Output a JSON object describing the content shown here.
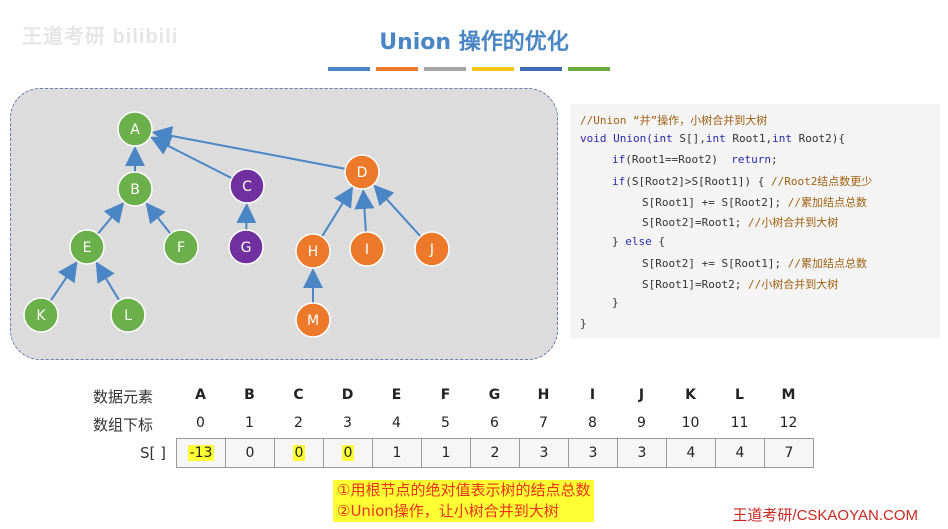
{
  "watermark": "王道考研 bilibili",
  "title": "Union 操作的优化",
  "stripe_colors": [
    "#4a86c5",
    "#ec7a2a",
    "#a5a5a5",
    "#f5c518",
    "#3e6bb5",
    "#6bab3e"
  ],
  "tree": {
    "nodes": [
      {
        "label": "A",
        "color": "#6bb04a"
      },
      {
        "label": "B",
        "color": "#6bb04a"
      },
      {
        "label": "C",
        "color": "#7030a0"
      },
      {
        "label": "D",
        "color": "#ec7a2a"
      },
      {
        "label": "E",
        "color": "#6bb04a"
      },
      {
        "label": "F",
        "color": "#6bb04a"
      },
      {
        "label": "G",
        "color": "#7030a0"
      },
      {
        "label": "H",
        "color": "#ec7a2a"
      },
      {
        "label": "I",
        "color": "#ec7a2a"
      },
      {
        "label": "J",
        "color": "#ec7a2a"
      },
      {
        "label": "K",
        "color": "#6bb04a"
      },
      {
        "label": "L",
        "color": "#6bb04a"
      },
      {
        "label": "M",
        "color": "#ec7a2a"
      }
    ],
    "edge_color": "#4a86c5"
  },
  "code": {
    "l1": "//Union “并”操作，小树合并到大树",
    "l2a": "void Union(",
    "l2b": "int",
    "l2c": " S[],",
    "l2d": "int",
    "l2e": " Root1,",
    "l2f": "int",
    "l2g": " Root2){",
    "l3a": "if",
    "l3b": "(Root1==Root2)  ",
    "l3c": "return",
    "l3d": ";",
    "l4a": "if",
    "l4b": "(S[Root2]>S[Root1]) { ",
    "l4c": "//Root2结点数更少",
    "l5a": "S[Root1] += S[Root2]; ",
    "l5b": "//累加结点总数",
    "l6a": "S[Root2]=Root1; ",
    "l6b": "//小树合并到大树",
    "l7a": "} ",
    "l7b": "else",
    "l7c": " {",
    "l8a": "S[Root2] += S[Root1]; ",
    "l8b": "//累加结点总数",
    "l9a": "S[Root1]=Root2; ",
    "l9b": "//小树合并到大树",
    "l10": "}",
    "l11": "}"
  },
  "array": {
    "row1_label": "数据元素",
    "row2_label": "数组下标",
    "row3_label": "S[ ]",
    "elements": [
      "A",
      "B",
      "C",
      "D",
      "E",
      "F",
      "G",
      "H",
      "I",
      "J",
      "K",
      "L",
      "M"
    ],
    "indices": [
      "0",
      "1",
      "2",
      "3",
      "4",
      "5",
      "6",
      "7",
      "8",
      "9",
      "10",
      "11",
      "12"
    ],
    "values": [
      "-13",
      "0",
      "0",
      "0",
      "1",
      "1",
      "2",
      "3",
      "3",
      "3",
      "4",
      "4",
      "7"
    ],
    "highlighted": [
      0,
      2,
      3
    ]
  },
  "notes": {
    "line1": "①用根节点的绝对值表示树的结点总数",
    "line2": "②Union操作，让小树合并到大树"
  },
  "footer": "王道考研/CSKAOYAN.COM"
}
